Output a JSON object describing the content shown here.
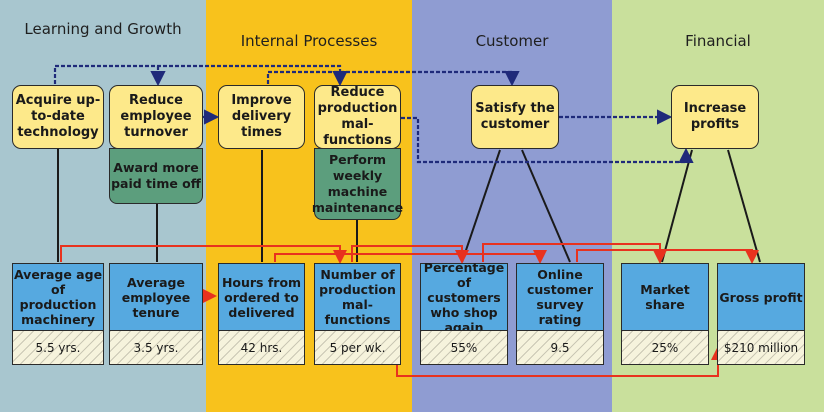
{
  "columns": {
    "learning": {
      "title": "Learning and Growth",
      "color": "#a8c6cf"
    },
    "internal": {
      "title": "Internal Processes",
      "color": "#f8c21c"
    },
    "customer": {
      "title": "Customer",
      "color": "#8f9cd2"
    },
    "financial": {
      "title": "Financial",
      "color": "#c9e09c"
    }
  },
  "objectives": {
    "acquire": "Acquire up-to-date technology",
    "reduce_turnover": "Reduce employee turnover",
    "improve_delivery": "Improve delivery times",
    "reduce_malfunctions": "Reduce production mal-functions",
    "satisfy_customer": "Satisfy the customer",
    "increase_profits": "Increase profits"
  },
  "initiatives": {
    "award_time_off": "Award more paid time off",
    "weekly_maintenance": "Perform weekly machine maintenance"
  },
  "measures": [
    {
      "label": "Average age of production machinery",
      "target": "5.5 yrs."
    },
    {
      "label": "Average employee tenure",
      "target": "3.5 yrs."
    },
    {
      "label": "Hours from ordered to delivered",
      "target": "42 hrs."
    },
    {
      "label": "Number of production mal-functions",
      "target": "5 per wk."
    },
    {
      "label": "Percentage of customers who shop again",
      "target": "55%"
    },
    {
      "label": "Online customer survey rating",
      "target": "9.5"
    },
    {
      "label": "Market share",
      "target": "25%"
    },
    {
      "label": "Gross profit",
      "target": "$210 million"
    }
  ],
  "colors": {
    "dashed_link": "#1f2a7a",
    "measure_link": "#e8321e",
    "measure_fill": "#56a9e0",
    "objective_fill": "#fde98a",
    "initiative_fill": "#5c9e7d"
  }
}
